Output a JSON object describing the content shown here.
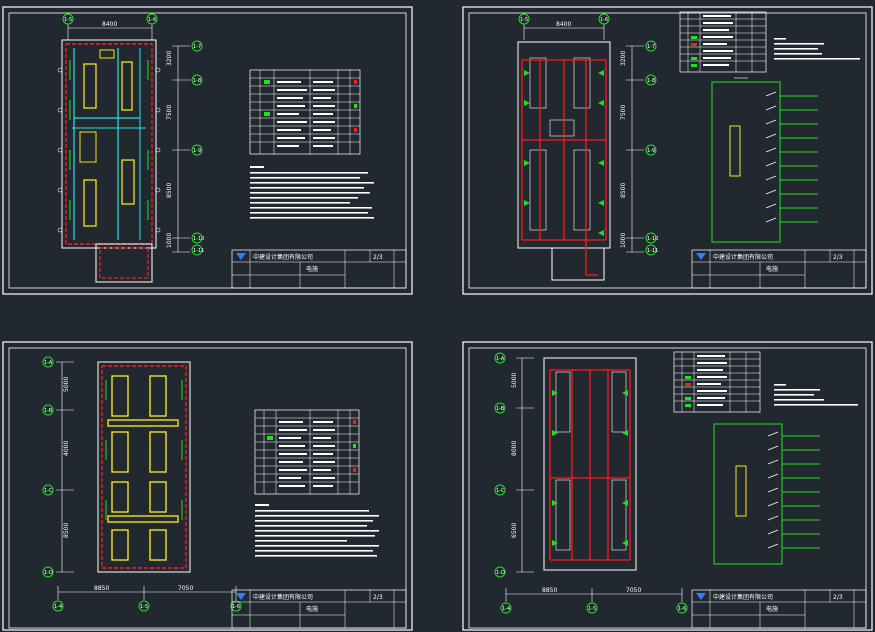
{
  "canvas": {
    "background": "#212830"
  },
  "colors": {
    "frame": "#ffffff",
    "wall": "#ffffff",
    "red": "#ff1a1a",
    "yellow": "#f5e600",
    "green": "#19e619",
    "cyan": "#19e6e6",
    "text": "#ffffff",
    "logo": "#2a7fff"
  },
  "sheets": [
    {
      "dims": [
        "8400",
        "3200",
        "7500",
        "8500",
        "1000"
      ],
      "axes": [
        "1-5",
        "1-6",
        "1-7",
        "1-8",
        "1-9",
        "1-10",
        "1-11"
      ],
      "title_block": {
        "company": "中建设计集团有限公司",
        "stamp": "电施",
        "no": "2/3"
      }
    },
    {
      "dims": [
        "8400",
        "3200",
        "7500",
        "8500",
        "1000"
      ],
      "axes": [
        "1-5",
        "1-6",
        "1-7",
        "1-8",
        "1-9",
        "1-10",
        "1-11"
      ],
      "title_block": {
        "company": "中建设计集团有限公司",
        "stamp": "电施",
        "no": "2/3"
      }
    },
    {
      "dims": [
        "5000",
        "4000",
        "8500",
        "8850",
        "7050"
      ],
      "axes": [
        "1-A",
        "1-B",
        "1-C",
        "1-D",
        "1-4",
        "1-5",
        "1-6"
      ],
      "title_block": {
        "company": "中建设计集团有限公司",
        "stamp": "电施",
        "no": "2/3"
      }
    },
    {
      "dims": [
        "5000",
        "8000",
        "6500",
        "8850",
        "7050"
      ],
      "axes": [
        "1-A",
        "1-B",
        "1-C",
        "1-D",
        "1-4",
        "1-5",
        "1-6"
      ],
      "title_block": {
        "company": "中建设计集团有限公司",
        "stamp": "电施",
        "no": "2/3"
      }
    }
  ]
}
